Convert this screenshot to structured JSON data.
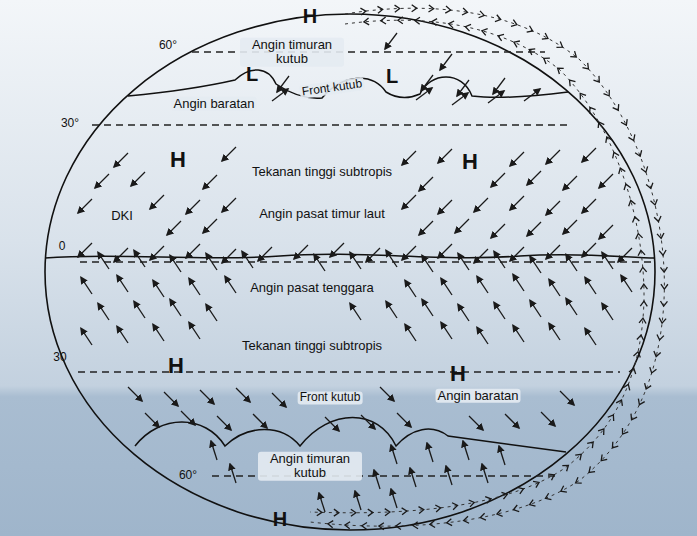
{
  "diagram": {
    "labels": [
      "H",
      "60°",
      "Angin timuran kutub",
      "L",
      "Front kutub",
      "L",
      "Angin baratan",
      "30°",
      "H",
      "Tekanan tinggi subtropis",
      "H",
      "DKI",
      "Angin pasat timur laut",
      "0",
      "Angin pasat tenggara",
      "H",
      "Tekanan tinggi subtropis",
      "H",
      "30",
      "Front kutub",
      "Angin baratan",
      "60°",
      "Angin timuran kutub",
      "H"
    ]
  }
}
